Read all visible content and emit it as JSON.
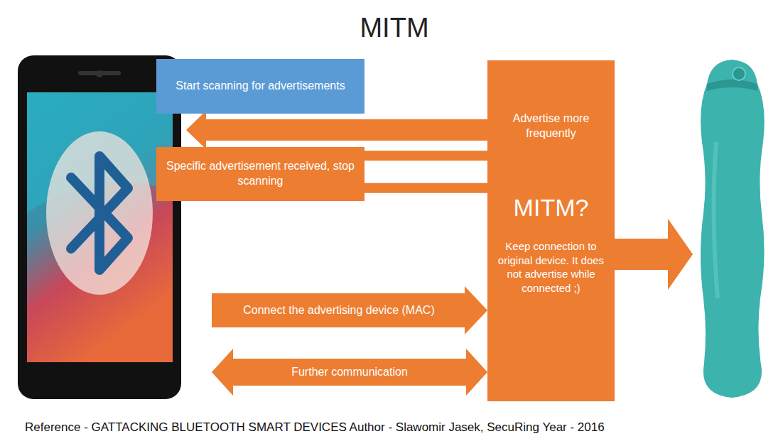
{
  "diagram": {
    "title": "MITM",
    "caption": "Reference - GATTACKING BLUETOOTH SMART DEVICES Author - Slawomir Jasek, SecuRing Year - 2016",
    "nodes": [
      {
        "text": [
          "Start scanning for advertisements"
        ]
      },
      {
        "text": [
          "Specific advertisement received, stop scanning"
        ]
      },
      {
        "text": [
          "Advertise more frequently",
          "MITM?",
          "Keep connection to original device. It does not advertise while connected ;)"
        ]
      },
      {
        "text": [
          "Connect the advertising device (MAC)"
        ]
      },
      {
        "text": [
          "Further communication"
        ]
      }
    ],
    "edges": [
      {
        "from": 2,
        "to": 1,
        "arrow": "none"
      }
    ]
  }
}
